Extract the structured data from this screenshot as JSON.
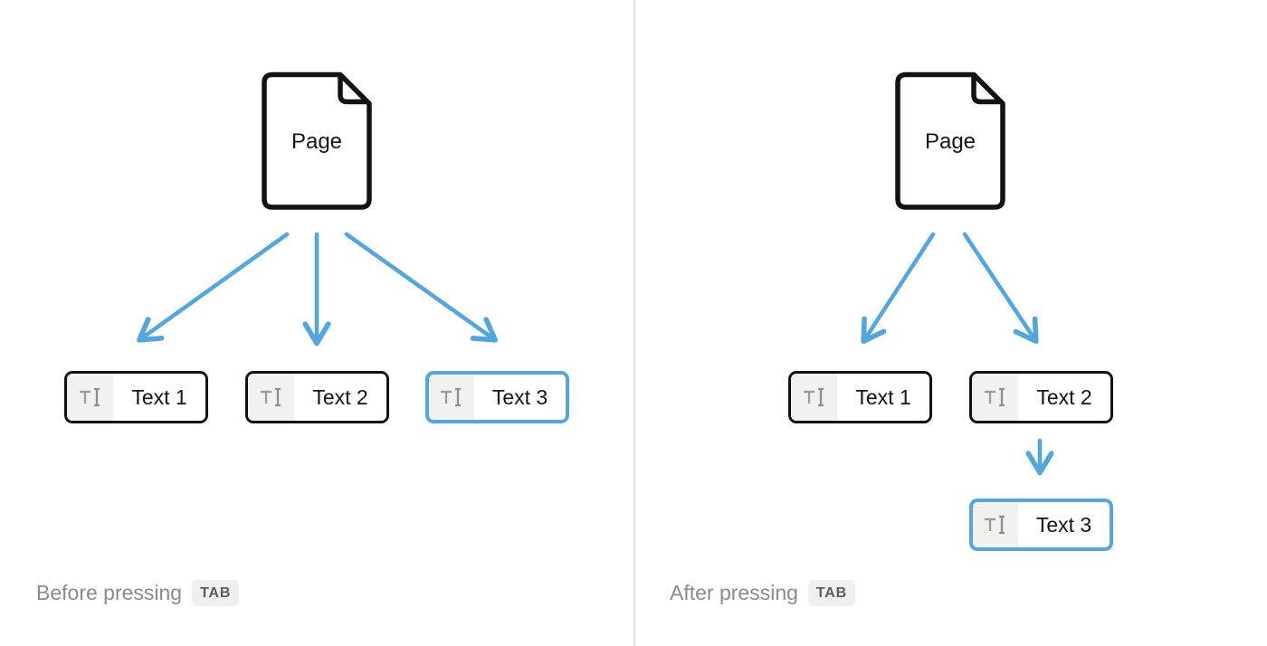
{
  "colors": {
    "black": "#121212",
    "blue": "#57A6DB",
    "divider": "#E2E2E2",
    "icon_cell_bg": "#F1F1F0",
    "icon_gray": "#9A9A9A",
    "caption_gray": "#8B8B8B",
    "badge_bg": "#EFEFEF",
    "badge_text": "#5C5C5C"
  },
  "panels": {
    "before": {
      "caption": "Before pressing",
      "key": "TAB",
      "page_label": "Page",
      "blocks": [
        "Text 1",
        "Text 2",
        "Text 3"
      ],
      "selected_block": "Text 3"
    },
    "after": {
      "caption": "After pressing",
      "key": "TAB",
      "page_label": "Page",
      "blocks": [
        "Text 1",
        "Text 2",
        "Text 3"
      ],
      "selected_block": "Text 3"
    }
  }
}
